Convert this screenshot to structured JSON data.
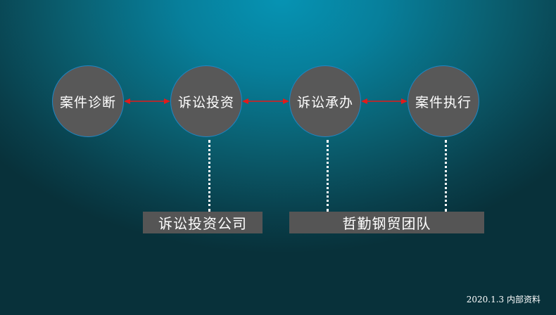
{
  "process": {
    "steps": [
      {
        "label": "案件诊断"
      },
      {
        "label": "诉讼投资"
      },
      {
        "label": "诉讼承办"
      },
      {
        "label": "案件执行"
      }
    ]
  },
  "groups": {
    "investment_company": "诉讼投资公司",
    "team": "哲勤钢贸团队"
  },
  "footer": {
    "note": "2020.1.3 内部资料"
  },
  "colors": {
    "node_fill": "#585858",
    "node_border": "#1f86c4",
    "arrow": "#e11b1b",
    "bar_fill": "#555555"
  }
}
